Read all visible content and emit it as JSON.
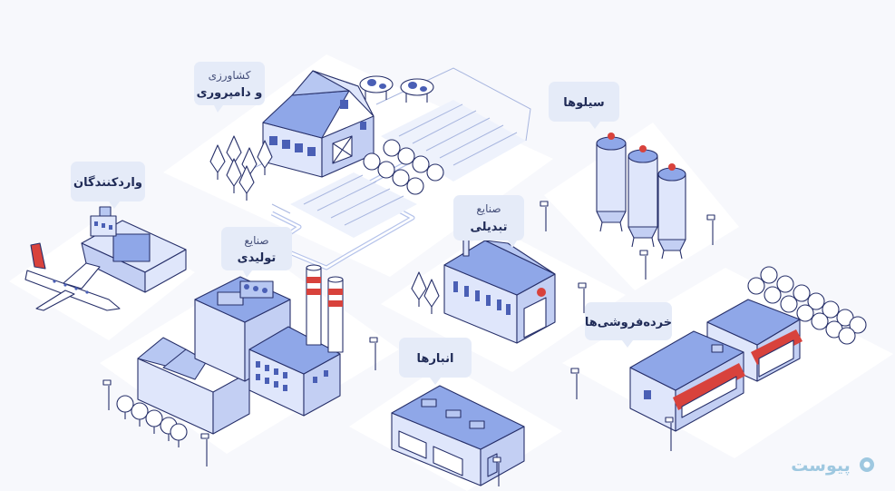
{
  "labels": {
    "agriculture_line1": "کشاورزی",
    "agriculture_line2": "و دامپروری",
    "silos": "سیلوها",
    "importers": "واردکنندگان",
    "conversion_line1": "صنایع",
    "conversion_line2": "تبدیلی",
    "manufacturing_line1": "صنایع",
    "manufacturing_line2": "تولیدی",
    "retailers": "خرده‌فروشی‌ها",
    "warehouses": "انبارها"
  },
  "logo": {
    "text": "پیوست"
  },
  "colors": {
    "background": "#f7f8fc",
    "plate": "#ffffff",
    "outline": "#27306a",
    "bubble": "#e5ebf8",
    "roof": "#8fa7e8",
    "accent_red": "#d8423c",
    "logo": "#9ec8e0"
  }
}
